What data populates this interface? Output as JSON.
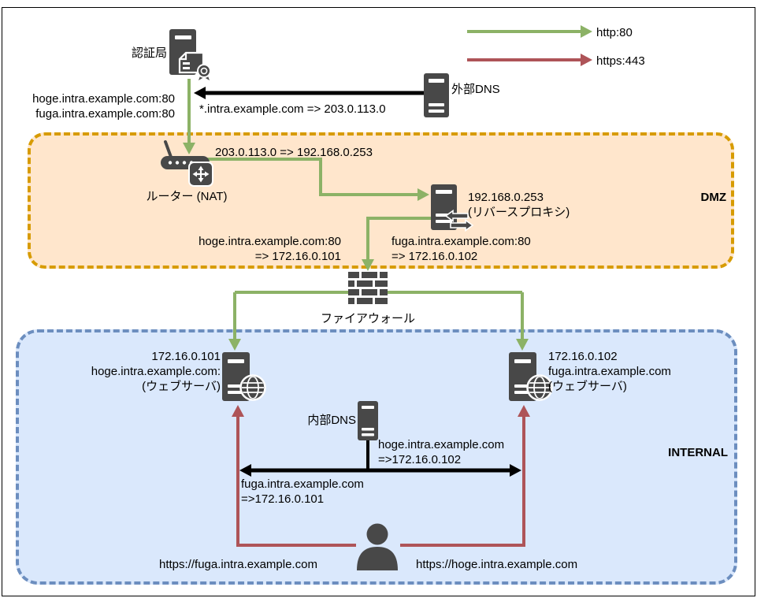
{
  "diagram": {
    "legend": {
      "http": {
        "label": "http:80",
        "color": "#8CB266"
      },
      "https": {
        "label": "https:443",
        "color": "#AE5458"
      }
    },
    "zones": {
      "dmz": {
        "label": "DMZ",
        "fill": "#FFE6CC",
        "border": "#D79B00"
      },
      "internal": {
        "label": "INTERNAL",
        "fill": "#DAE8FC",
        "border": "#6C8EBF"
      }
    },
    "nodes": {
      "certificate_authority": {
        "label": "認証局"
      },
      "external_dns": {
        "label": "外部DNS"
      },
      "router": {
        "label": "ルーター (NAT)"
      },
      "reverse_proxy": {
        "line1": "192.168.0.253",
        "line2": "(リバースプロキシ)"
      },
      "firewall": {
        "label": "ファイアウォール"
      },
      "web_server_hoge": {
        "line1": "172.16.0.101",
        "line2": "hoge.intra.example.com:",
        "line3": "(ウェブサーバ)"
      },
      "web_server_fuga": {
        "line1": "172.16.0.102",
        "line2": "fuga.intra.example.com",
        "line3": "(ウェブサーバ)"
      },
      "internal_dns": {
        "label": "内部DNS"
      }
    },
    "annotations": {
      "external_dns_record": "*.intra.example.com => 203.0.113.0",
      "public_hosts": {
        "line1": "hoge.intra.example.com:80",
        "line2": "fuga.intra.example.com:80"
      },
      "nat_mapping": "203.0.113.0 => 192.168.0.253",
      "proxy_rule_hoge": {
        "line1": "hoge.intra.example.com:80",
        "line2": "=> 172.16.0.101"
      },
      "proxy_rule_fuga": {
        "line1": "fuga.intra.example.com:80",
        "line2": "=> 172.16.0.102"
      },
      "internal_dns_hoge": {
        "line1": "hoge.intra.example.com",
        "line2": "=>172.16.0.102"
      },
      "internal_dns_fuga": {
        "line1": "fuga.intra.example.com",
        "line2": "=>172.16.0.101"
      },
      "user_request_fuga": "https://fuga.intra.example.com",
      "user_request_hoge": "https://hoge.intra.example.com"
    }
  }
}
